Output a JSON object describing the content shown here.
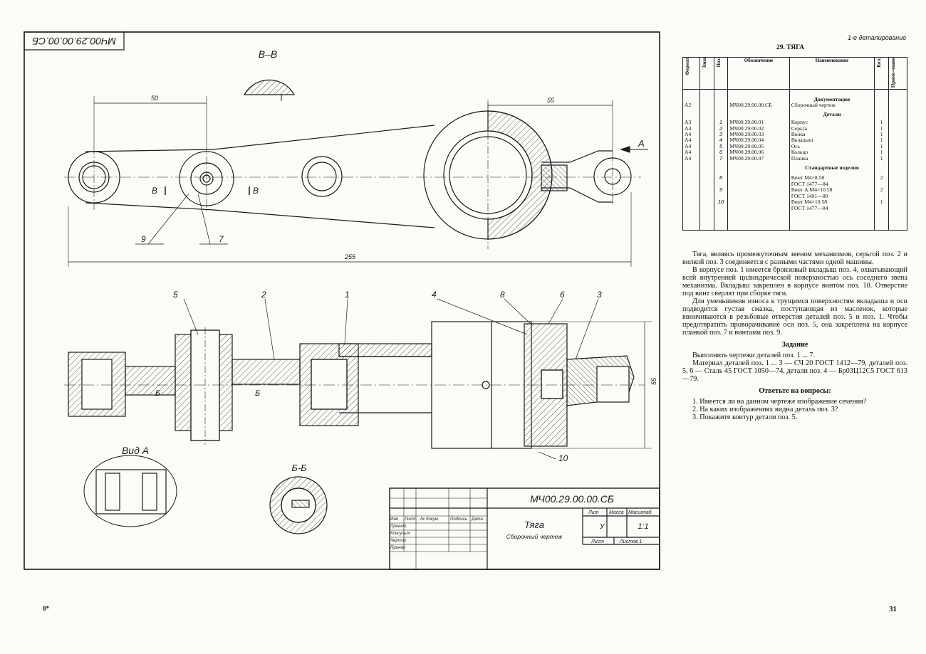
{
  "header": {
    "section": "1-е деталирование",
    "title": "29. ТЯГА"
  },
  "drawing": {
    "stamp_rotated": "МЧ00.29.00.00.СБ",
    "section_bb_top": "В–В",
    "view_a_label": "Вид А",
    "section_bb_bottom": "Б-Б",
    "dim_50": "50",
    "dim_55_top": "55",
    "dim_255": "255",
    "dim_55_right": "55",
    "arrow_a": "А",
    "cut_v": "В",
    "cut_b": "Б",
    "callouts": {
      "p1": "1",
      "p2": "2",
      "p3": "3",
      "p4": "4",
      "p5": "5",
      "p6": "6",
      "p7": "7",
      "p8": "8",
      "p9": "9",
      "p10": "10"
    },
    "title_block": {
      "designation": "МЧ00.29.00.00.СБ",
      "name": "Тяга",
      "doc_type": "Сборочный чертеж",
      "lit": "Лит",
      "mass": "Масса",
      "scale_label": "Масштаб",
      "lit_value": "У",
      "scale": "1:1",
      "sheet": "Лист",
      "sheets": "Листов 1",
      "col_izm": "Изм",
      "col_list": "Лист",
      "col_doc": "№ докум.",
      "col_sign": "Подпись",
      "col_date": "Дата",
      "rows": [
        "Проект.",
        "Консульт.",
        "Чертил",
        "Принял"
      ]
    }
  },
  "spec": {
    "headers": [
      "Формат",
      "Зона",
      "Поз.",
      "Обозначение",
      "Наименование",
      "Кол.",
      "Приме-чание"
    ],
    "sections": [
      {
        "title": "Документация",
        "rows": [
          {
            "format": "А2",
            "pos": "",
            "code": "МЧ00.29.00.00.СБ",
            "name": "Сборочный чертеж",
            "qty": ""
          }
        ]
      },
      {
        "title": "Детали",
        "rows": [
          {
            "format": "А3",
            "pos": "1",
            "code": "МЧ00.29.00.01",
            "name": "Корпус",
            "qty": "1"
          },
          {
            "format": "А4",
            "pos": "2",
            "code": "МЧ00.29.00.02",
            "name": "Серьга",
            "qty": "1"
          },
          {
            "format": "А4",
            "pos": "3",
            "code": "МЧ00.29.00.03",
            "name": "Вилка",
            "qty": "1"
          },
          {
            "format": "А4",
            "pos": "4",
            "code": "МЧ00.29.00.04",
            "name": "Вкладыш",
            "qty": "1"
          },
          {
            "format": "А4",
            "pos": "5",
            "code": "МЧ00.29.00.05",
            "name": "Ось",
            "qty": "1"
          },
          {
            "format": "А4",
            "pos": "6",
            "code": "МЧ00.29.00.06",
            "name": "Кольцо",
            "qty": "1"
          },
          {
            "format": "А4",
            "pos": "7",
            "code": "МЧ00.29.00.07",
            "name": "Планка",
            "qty": "1"
          }
        ]
      },
      {
        "title": "Стандартные изделия",
        "rows": [
          {
            "format": "",
            "pos": "8",
            "code": "",
            "name": "Винт М4×8.58",
            "qty": "2"
          },
          {
            "format": "",
            "pos": "",
            "code": "",
            "name": "ГОСТ 1477—84",
            "qty": ""
          },
          {
            "format": "",
            "pos": "9",
            "code": "",
            "name": "Винт А.М4×10.58",
            "qty": "2"
          },
          {
            "format": "",
            "pos": "",
            "code": "",
            "name": "ГОСТ 1491—80",
            "qty": ""
          },
          {
            "format": "",
            "pos": "10",
            "code": "",
            "name": "Винт М4×10.58",
            "qty": "1"
          },
          {
            "format": "",
            "pos": "",
            "code": "",
            "name": "ГОСТ 1477—84",
            "qty": ""
          }
        ]
      }
    ]
  },
  "text": {
    "p1": "Тяга, являясь промежуточным звеном механизмов, серьгой поз. 2 и вилкой поз. 3 соединяется с разными частями одной машины.",
    "p2": "В корпусе поз. 1 имеется бронзовый вкладыш поз. 4, охватывающий всей внутренней цилиндрической поверхностью ось соседнего звена механизма. Вкладыш закреплен в корпусе винтом поз. 10. Отверстие под винт сверлят при сборке тяги.",
    "p3": "Для уменьшения износа к трущимся поверхностям вкладыша и оси подводится густая смазка, поступающая из масленок, которые ввинчиваются в резьбовые отверстия деталей поз. 5 и поз. 1. Чтобы предотвратить проворачивание оси поз. 5, она закреплена на корпусе планкой поз. 7 и винтами поз. 9.",
    "task_title": "Задание",
    "task1": "Выполнить чертежи деталей поз. 1 ... 7.",
    "task2": "Материал деталей поз. 1 ... 3 — СЧ 20 ГОСТ 1412—79, деталей поз. 5, 6 — Сталь 45 ГОСТ 1050—74, детали поз. 4 — Бр03Ц12С5 ГОСТ 613—79.",
    "questions_title": "Ответьте на вопросы:",
    "q1": "1. Имеется ли на данном чертеже изображение сечения?",
    "q2": "2. На каких изображениях видна деталь поз. 3?",
    "q3": "3. Покажите контур детали поз. 5."
  },
  "footer": {
    "left": "8*",
    "page": "31"
  }
}
